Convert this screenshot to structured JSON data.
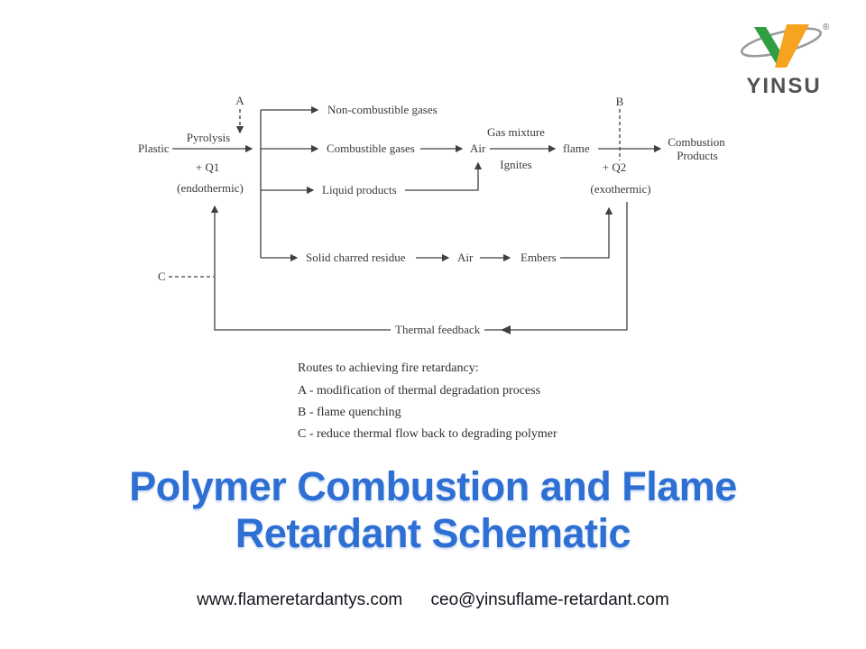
{
  "logo": {
    "brand": "YINSU",
    "registered_mark": "®",
    "colors": {
      "green": "#2f9e41",
      "orange": "#f6a41f",
      "swoosh": "#9b9b9b",
      "text": "#515256"
    }
  },
  "diagram": {
    "labels": {
      "a_marker": "A",
      "b_marker": "B",
      "c_marker": "C",
      "plastic": "Plastic",
      "pyrolysis": "Pyrolysis",
      "q1": "+ Q1",
      "endothermic": "(endothermic)",
      "non_combustible_gases": "Non-combustible gases",
      "combustible_gases": "Combustible gases",
      "liquid_products": "Liquid products",
      "solid_charred_residue": "Solid charred  residue",
      "air1": "Air",
      "gas_mixture": "Gas mixture",
      "ignites": "Ignites",
      "flame": "flame",
      "q2": "+ Q2",
      "exothermic": "(exothermic)",
      "combustion_products_line1": "Combustion",
      "combustion_products_line2": "Products",
      "air2": "Air",
      "embers": "Embers",
      "thermal_feedback": "Thermal feedback"
    },
    "routes": {
      "heading": "Routes to achieving fire retardancy:",
      "items": [
        "A - modification of thermal degradation process",
        "B - flame quenching",
        "C - reduce thermal flow back to degrading polymer"
      ]
    }
  },
  "title": {
    "line1": "Polymer Combustion and Flame",
    "line2": "Retardant Schematic",
    "color": "#2e6fd4"
  },
  "footer": {
    "website": "www.flameretardantys.com",
    "email": "ceo@yinsuflame-retardant.com"
  }
}
